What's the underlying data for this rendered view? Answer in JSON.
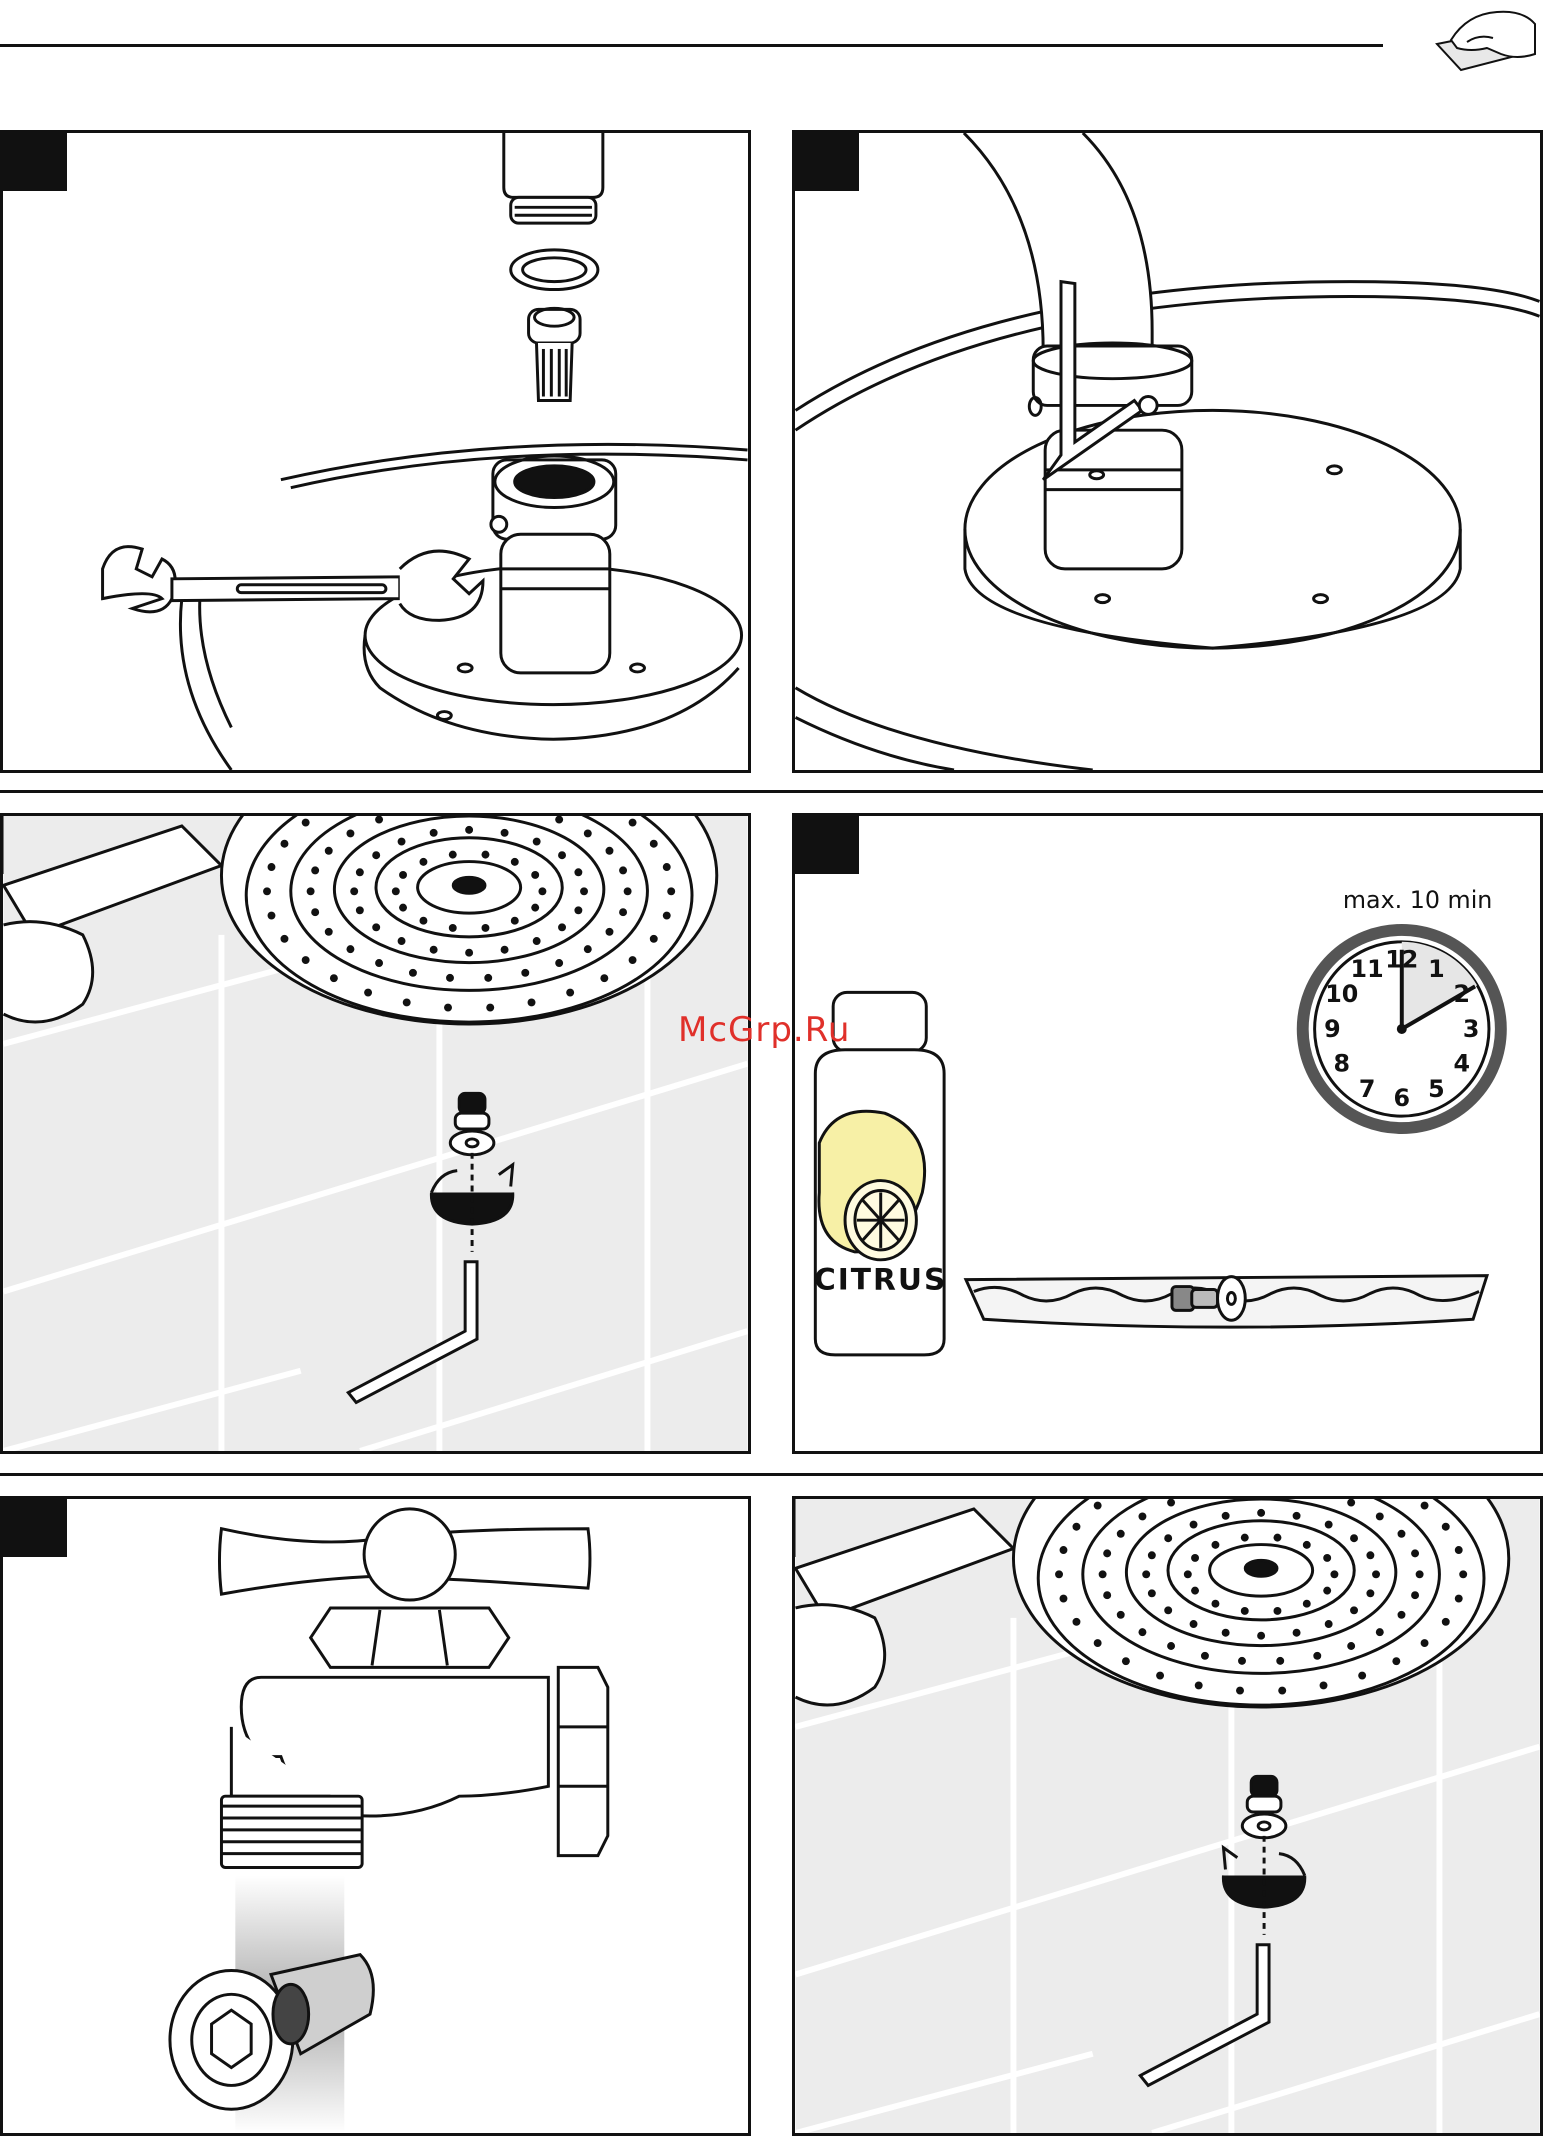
{
  "watermark": "McGrp.Ru",
  "panels": {
    "p4": {
      "max_label": "max. 10 min",
      "bottle_label": "CITRUS",
      "clock_numbers": [
        "12",
        "1",
        "2",
        "3",
        "4",
        "5",
        "6",
        "7",
        "8",
        "9",
        "10",
        "11"
      ]
    }
  },
  "colors": {
    "line": "#111111",
    "tile": "#ececec",
    "lemon": "#f7f0a6",
    "highlight": "#fffbe0"
  }
}
